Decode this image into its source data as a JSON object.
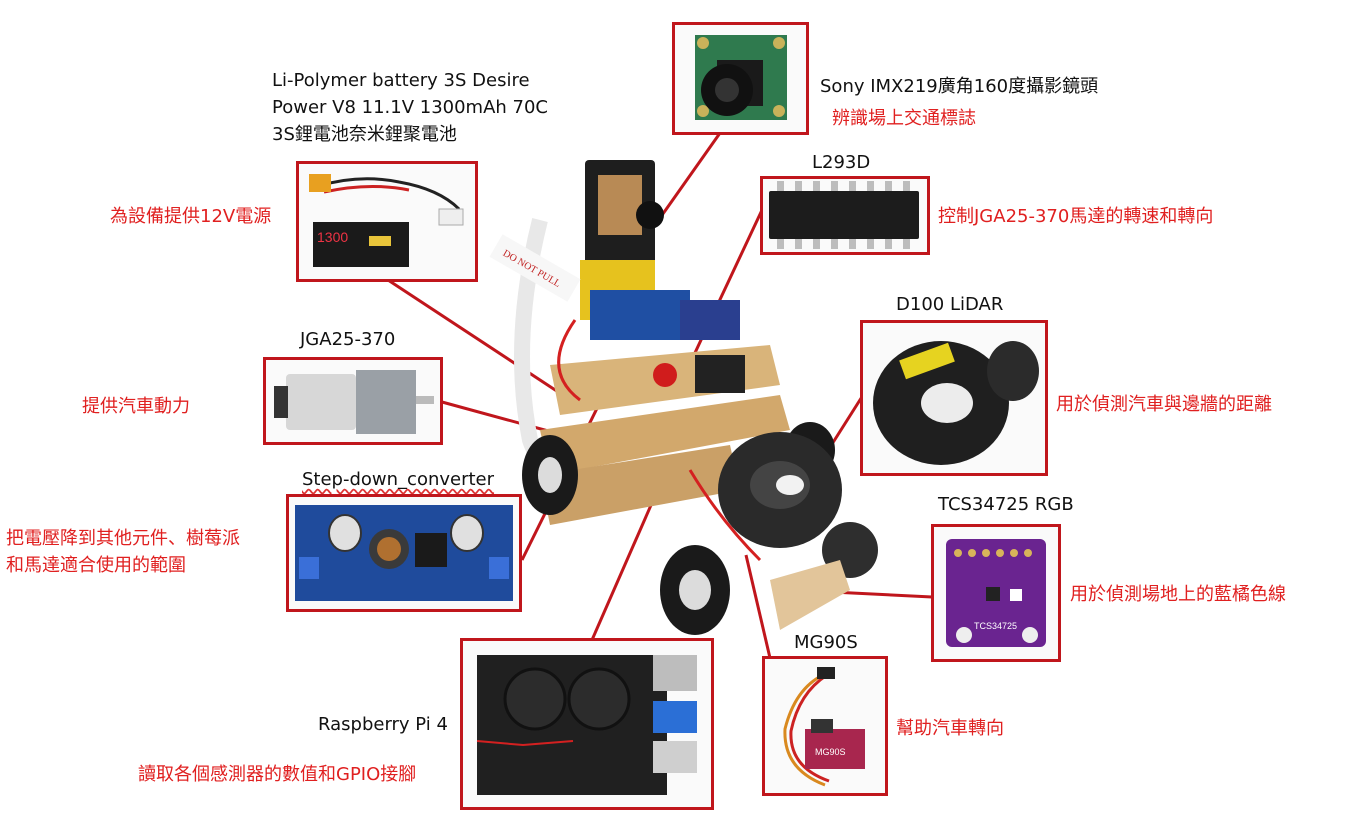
{
  "components": {
    "battery": {
      "name_line1": "Li-Polymer battery 3S Desire",
      "name_line2": "Power V8 11.1V 1300mAh 70C",
      "name_line3": "3S鋰電池奈米鋰聚電池",
      "desc": "為設備提供12V電源",
      "print": "1300"
    },
    "camera": {
      "name": "Sony IMX219廣角160度攝影鏡頭",
      "desc": "辨識場上交通標誌"
    },
    "driver": {
      "name": "L293D",
      "desc": "控制JGA25-370馬達的轉速和轉向"
    },
    "motor": {
      "name": "JGA25-370",
      "desc": "提供汽車動力"
    },
    "lidar": {
      "name": "D100 LiDAR",
      "desc": "用於偵測汽車與邊牆的距離"
    },
    "converter": {
      "name": "Step-down_converter",
      "desc_line1": "把電壓降到其他元件、樹莓派",
      "desc_line2": "和馬達適合使用的範圍"
    },
    "color_sensor": {
      "name": "TCS34725 RGB",
      "desc": "用於偵測場地上的藍橘色線",
      "print": "TCS34725"
    },
    "pi": {
      "name": "Raspberry Pi 4",
      "desc": "讀取各個感測器的數值和GPIO接腳"
    },
    "servo": {
      "name": "MG90S",
      "desc": "幫助汽車轉向",
      "print": "MG90S"
    },
    "car": {
      "tag": "DO NOT PULL"
    }
  },
  "colors": {
    "accent_red": "#c0161c",
    "desc_red": "#e02020"
  }
}
